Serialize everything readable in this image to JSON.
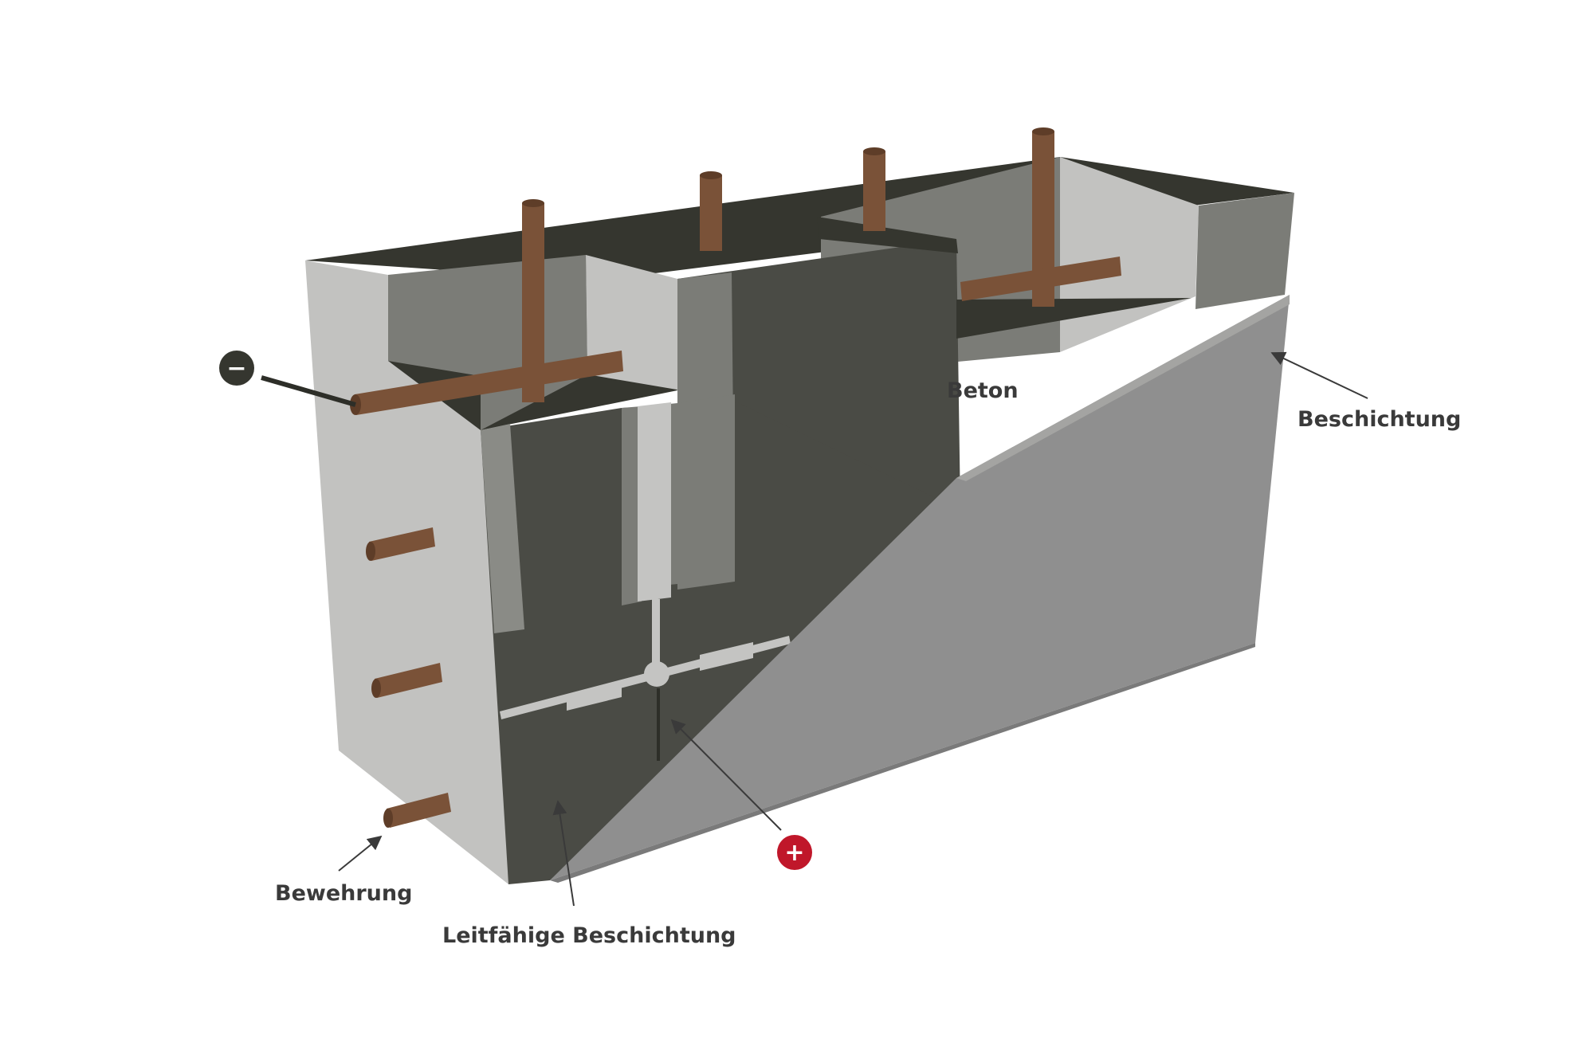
{
  "labels": {
    "beton": "Beton",
    "beschichtung": "Beschichtung",
    "bewehrung": "Bewehrung",
    "leitfaehige_beschichtung": "Leitfähige Beschichtung"
  },
  "terminals": {
    "negative": "−",
    "positive": "+"
  },
  "colors": {
    "background": "#ffffff",
    "concrete_light": "#c2c2c0",
    "concrete_mid": "#7b7c77",
    "concrete_dark": "#4a4b45",
    "top_dark": "#35362f",
    "coating": "#8f8f8f",
    "conductive_line": "#c4c4c2",
    "rebar": "#7a5238",
    "rebar_end": "#5e3d28",
    "negative_terminal": "#35362f",
    "positive_terminal": "#c0172a",
    "label_text": "#3a3a3a",
    "arrow": "#3a3a3a"
  }
}
